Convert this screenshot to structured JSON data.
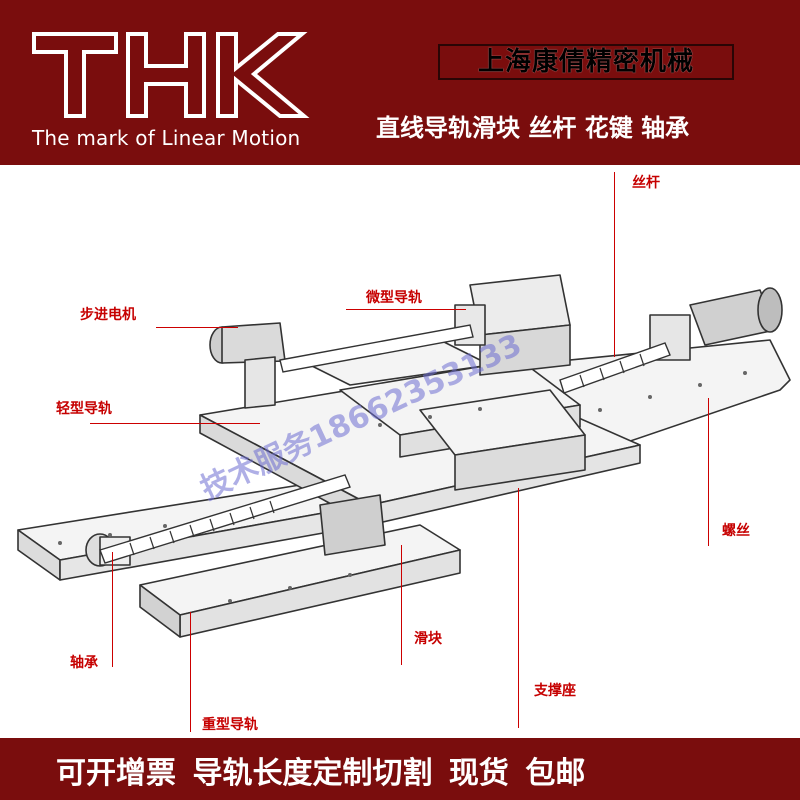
{
  "header": {
    "brand": "THK",
    "tagline": "The mark of Linear Motion",
    "company": "上海康倩精密机械",
    "products": "直线导轨滑块 丝杆 花键 轴承"
  },
  "labels": {
    "screw_rod": "丝杆",
    "micro_rail": "微型导轨",
    "stepper_motor": "步进电机",
    "light_rail": "轻型导轨",
    "nut": "螺丝",
    "slider": "滑块",
    "bearing": "轴承",
    "support_seat": "支撑座",
    "heavy_rail": "重型导轨"
  },
  "watermark": "技术服务18662353133",
  "footer": {
    "text": "可开增票 导轨长度定制切割 现货 包邮"
  },
  "colors": {
    "brand_red": "#7a0d0d",
    "label_red": "#c60000",
    "watermark": "#6e6ed2"
  }
}
